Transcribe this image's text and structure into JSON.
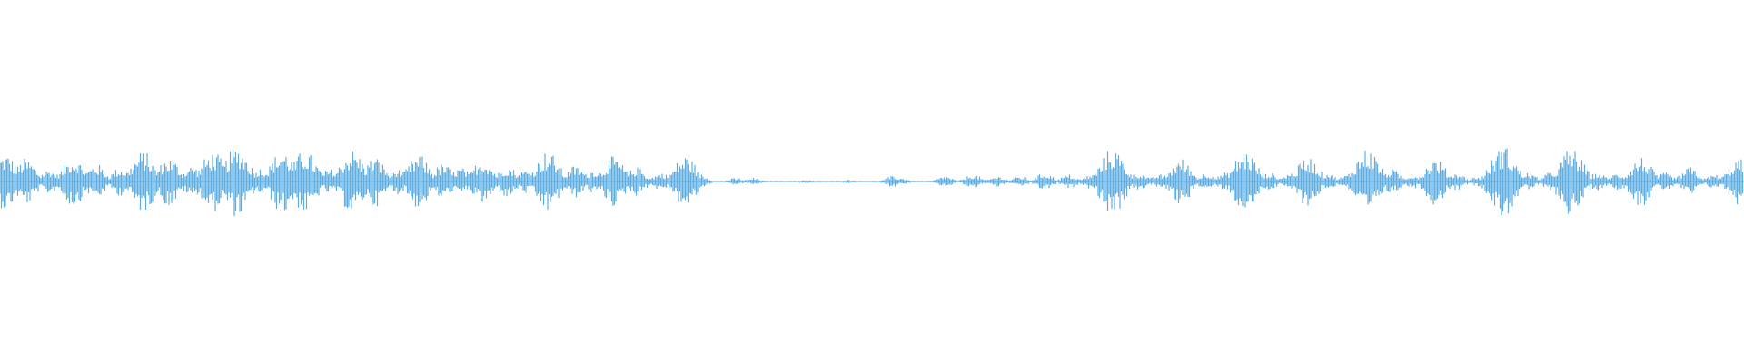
{
  "chart_data": {
    "type": "area",
    "description_of_axes": "",
    "color": "#5dade2",
    "y_range": [
      -1,
      1
    ],
    "grid": false,
    "bursts": [
      {
        "t": 0.003,
        "amp": 0.16
      },
      {
        "t": 0.015,
        "amp": 0.13
      },
      {
        "t": 0.028,
        "amp": 0.07
      },
      {
        "t": 0.042,
        "amp": 0.14
      },
      {
        "t": 0.055,
        "amp": 0.1
      },
      {
        "t": 0.069,
        "amp": 0.08
      },
      {
        "t": 0.082,
        "amp": 0.17
      },
      {
        "t": 0.097,
        "amp": 0.14
      },
      {
        "t": 0.11,
        "amp": 0.09
      },
      {
        "t": 0.122,
        "amp": 0.17
      },
      {
        "t": 0.136,
        "amp": 0.2
      },
      {
        "t": 0.15,
        "amp": 0.08
      },
      {
        "t": 0.162,
        "amp": 0.18
      },
      {
        "t": 0.175,
        "amp": 0.18
      },
      {
        "t": 0.189,
        "amp": 0.07
      },
      {
        "t": 0.202,
        "amp": 0.18
      },
      {
        "t": 0.215,
        "amp": 0.14
      },
      {
        "t": 0.228,
        "amp": 0.07
      },
      {
        "t": 0.24,
        "amp": 0.15
      },
      {
        "t": 0.254,
        "amp": 0.1
      },
      {
        "t": 0.264,
        "amp": 0.08
      },
      {
        "t": 0.277,
        "amp": 0.13
      },
      {
        "t": 0.291,
        "amp": 0.09
      },
      {
        "t": 0.302,
        "amp": 0.07
      },
      {
        "t": 0.314,
        "amp": 0.17
      },
      {
        "t": 0.33,
        "amp": 0.09
      },
      {
        "t": 0.341,
        "amp": 0.07
      },
      {
        "t": 0.352,
        "amp": 0.14
      },
      {
        "t": 0.365,
        "amp": 0.08
      },
      {
        "t": 0.379,
        "amp": 0.05
      },
      {
        "t": 0.393,
        "amp": 0.15
      },
      {
        "t": 0.401,
        "amp": 0.04
      },
      {
        "t": 0.422,
        "amp": 0.02
      },
      {
        "t": 0.432,
        "amp": 0.02
      },
      {
        "t": 0.462,
        "amp": 0.01
      },
      {
        "t": 0.486,
        "amp": 0.01
      },
      {
        "t": 0.512,
        "amp": 0.03
      },
      {
        "t": 0.517,
        "amp": 0.02
      },
      {
        "t": 0.542,
        "amp": 0.03
      },
      {
        "t": 0.558,
        "amp": 0.04
      },
      {
        "t": 0.572,
        "amp": 0.03
      },
      {
        "t": 0.585,
        "amp": 0.03
      },
      {
        "t": 0.599,
        "amp": 0.05
      },
      {
        "t": 0.613,
        "amp": 0.04
      },
      {
        "t": 0.626,
        "amp": 0.04
      },
      {
        "t": 0.638,
        "amp": 0.19
      },
      {
        "t": 0.653,
        "amp": 0.05
      },
      {
        "t": 0.665,
        "amp": 0.04
      },
      {
        "t": 0.677,
        "amp": 0.13
      },
      {
        "t": 0.692,
        "amp": 0.05
      },
      {
        "t": 0.703,
        "amp": 0.05
      },
      {
        "t": 0.714,
        "amp": 0.18
      },
      {
        "t": 0.728,
        "amp": 0.05
      },
      {
        "t": 0.74,
        "amp": 0.05
      },
      {
        "t": 0.75,
        "amp": 0.14
      },
      {
        "t": 0.761,
        "amp": 0.05
      },
      {
        "t": 0.773,
        "amp": 0.04
      },
      {
        "t": 0.784,
        "amp": 0.19
      },
      {
        "t": 0.798,
        "amp": 0.07
      },
      {
        "t": 0.81,
        "amp": 0.04
      },
      {
        "t": 0.823,
        "amp": 0.13
      },
      {
        "t": 0.835,
        "amp": 0.05
      },
      {
        "t": 0.848,
        "amp": 0.03
      },
      {
        "t": 0.862,
        "amp": 0.2
      },
      {
        "t": 0.876,
        "amp": 0.05
      },
      {
        "t": 0.888,
        "amp": 0.05
      },
      {
        "t": 0.901,
        "amp": 0.19
      },
      {
        "t": 0.916,
        "amp": 0.05
      },
      {
        "t": 0.928,
        "amp": 0.05
      },
      {
        "t": 0.941,
        "amp": 0.14
      },
      {
        "t": 0.955,
        "amp": 0.05
      },
      {
        "t": 0.969,
        "amp": 0.08
      },
      {
        "t": 0.983,
        "amp": 0.04
      },
      {
        "t": 0.997,
        "amp": 0.13
      }
    ]
  }
}
